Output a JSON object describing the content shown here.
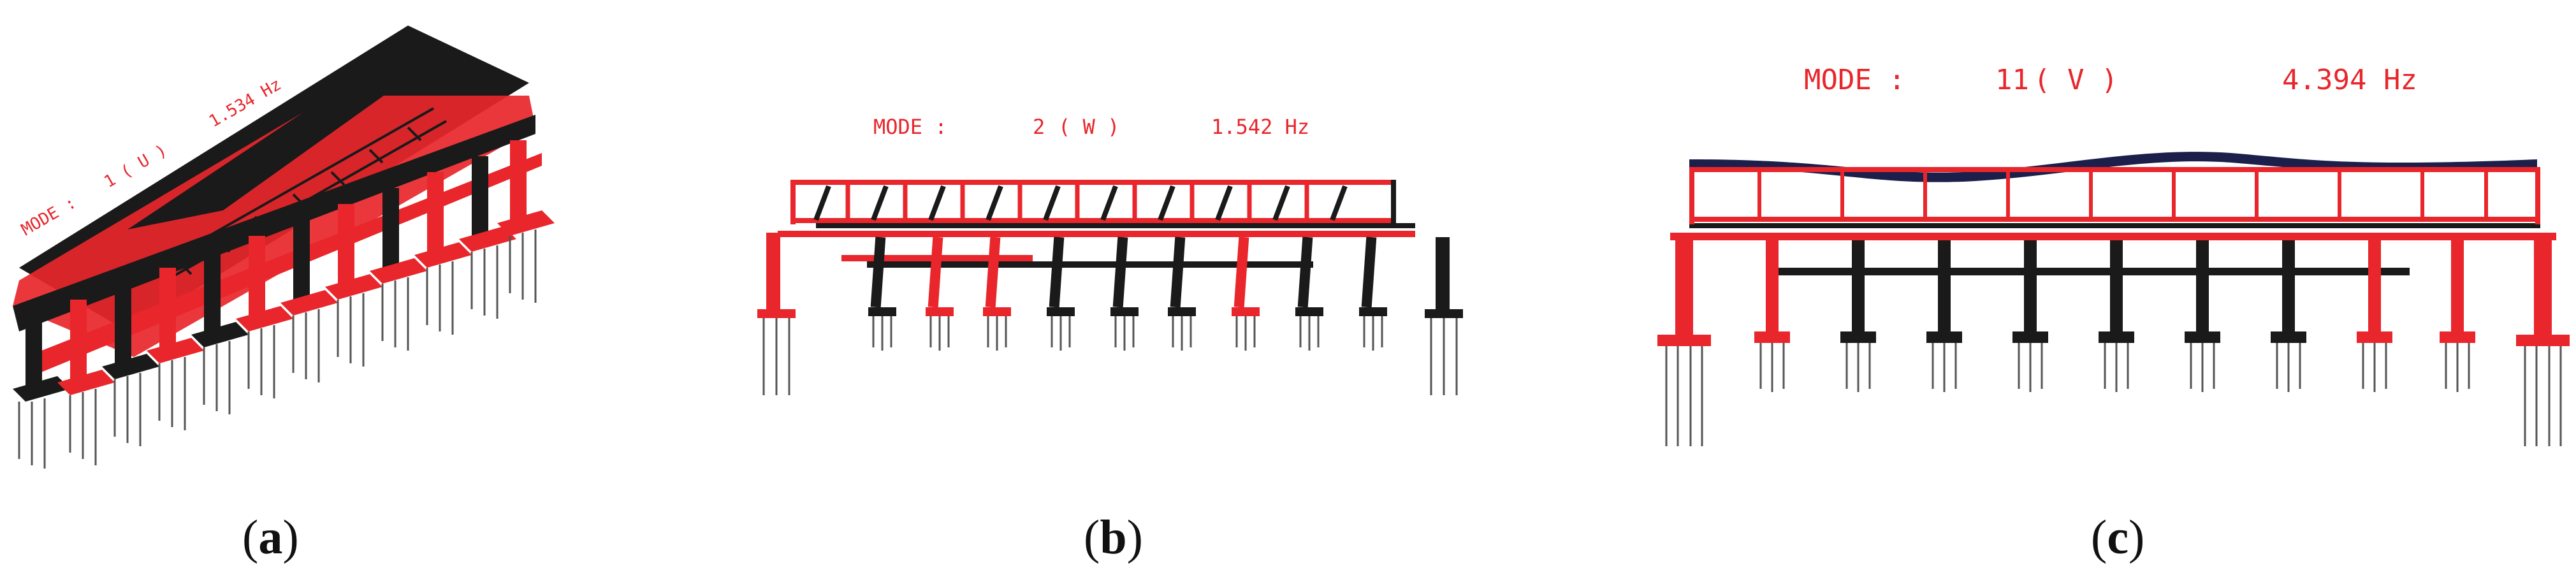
{
  "panels": [
    {
      "caption_open": "(",
      "caption_letter": "a",
      "caption_close": ")",
      "mode_label": "MODE :",
      "mode_number": "1",
      "mode_direction": "( U )",
      "frequency": "1.534 Hz"
    },
    {
      "caption_open": "(",
      "caption_letter": "b",
      "caption_close": ")",
      "mode_label": "MODE :",
      "mode_number": "2",
      "mode_direction": "( W )",
      "frequency": "1.542 Hz"
    },
    {
      "caption_open": "(",
      "caption_letter": "c",
      "caption_close": ")",
      "mode_label": "MODE :",
      "mode_number": "11",
      "mode_direction": "( V )",
      "frequency": "4.394 Hz"
    }
  ],
  "colors": {
    "deformed_red": "#e8262b",
    "undeformed_black": "#1a1a1a",
    "navy": "#1b1f4a",
    "pile_gray": "#555555"
  }
}
